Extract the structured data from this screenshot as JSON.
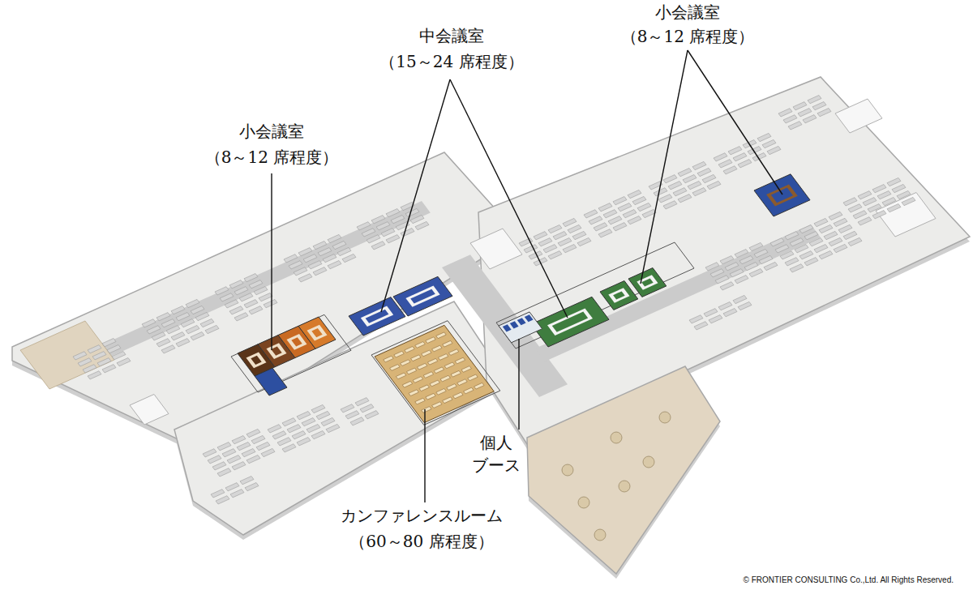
{
  "diagram": {
    "labels": [
      "小会議室",
      "（8～12 席程度）",
      "中会議室",
      "（15～24 席程度）",
      "小会議室",
      "（8～12 席程度）",
      "個人",
      "ブース",
      "カンファレンスルーム",
      "（60～80 席程度）",
      "© FRONTIER CONSULTING Co.,Ltd. All Rights Reserved."
    ]
  }
}
